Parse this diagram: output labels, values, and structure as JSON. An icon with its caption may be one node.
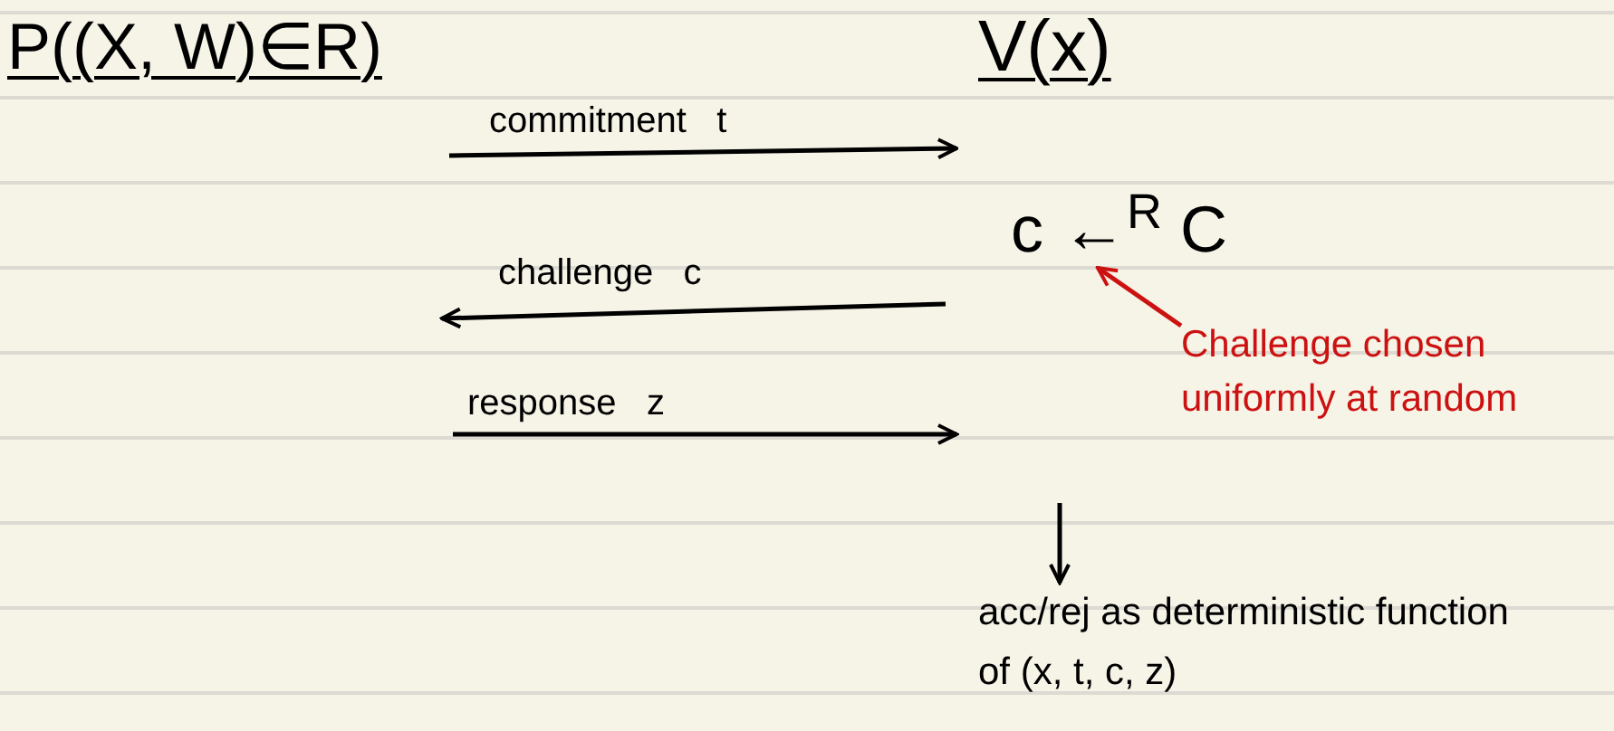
{
  "diagram": {
    "nodes": [
      {
        "text": [
          "P((X, W)∈R)"
        ]
      },
      {
        "text": [
          "V(x)"
        ]
      },
      {
        "text": [
          "c ←$^{R}$ C"
        ]
      },
      {
        "text": [
          "Challenge chosen uniformly at random"
        ]
      },
      {
        "text": [
          "acc/rej as deterministic function of (x, t, c, z)"
        ]
      }
    ],
    "edges": [
      {
        "from": 3,
        "to": 2,
        "arrow": "to",
        "color": "#cc1111"
      },
      {
        "from": null,
        "to": 4,
        "arrow": "to",
        "color": "#000000"
      }
    ],
    "labels": [
      "commitment   t",
      "challenge   c",
      "response   z"
    ]
  }
}
